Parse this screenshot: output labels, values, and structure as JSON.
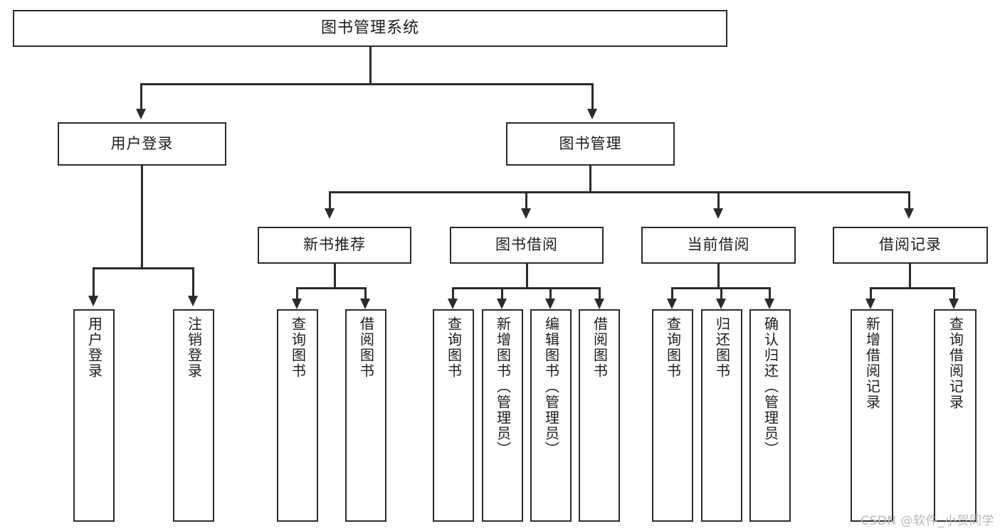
{
  "diagram": {
    "title": "图书管理系统",
    "type": "tree",
    "watermark": "CSDN @软件_小贺同学",
    "colors": {
      "box_border": "#2b2b2b",
      "box_fill": "#ffffff",
      "connector": "#2b2b2b",
      "text": "#1c1c1c",
      "watermark": "#b9b9b9",
      "background": "#ffffff"
    },
    "root": {
      "label": "图书管理系统"
    },
    "level2": [
      {
        "label": "用户登录"
      },
      {
        "label": "图书管理"
      }
    ],
    "level3": [
      {
        "label": "新书推荐"
      },
      {
        "label": "图书借阅"
      },
      {
        "label": "当前借阅"
      },
      {
        "label": "借阅记录"
      }
    ],
    "leaves": {
      "user_login": [
        {
          "label": "用户登录"
        },
        {
          "label": "注销登录"
        }
      ],
      "new_book_rec": [
        {
          "label": "查询图书"
        },
        {
          "label": "借阅图书"
        }
      ],
      "book_borrow": [
        {
          "label": "查询图书"
        },
        {
          "label": "新增图书（管理员）"
        },
        {
          "label": "编辑图书（管理员）"
        },
        {
          "label": "借阅图书"
        }
      ],
      "current_borrow": [
        {
          "label": "查询图书"
        },
        {
          "label": "归还图书"
        },
        {
          "label": "确认归还（管理员）"
        }
      ],
      "borrow_record": [
        {
          "label": "新增借阅记录"
        },
        {
          "label": "查询借阅记录"
        }
      ]
    }
  }
}
